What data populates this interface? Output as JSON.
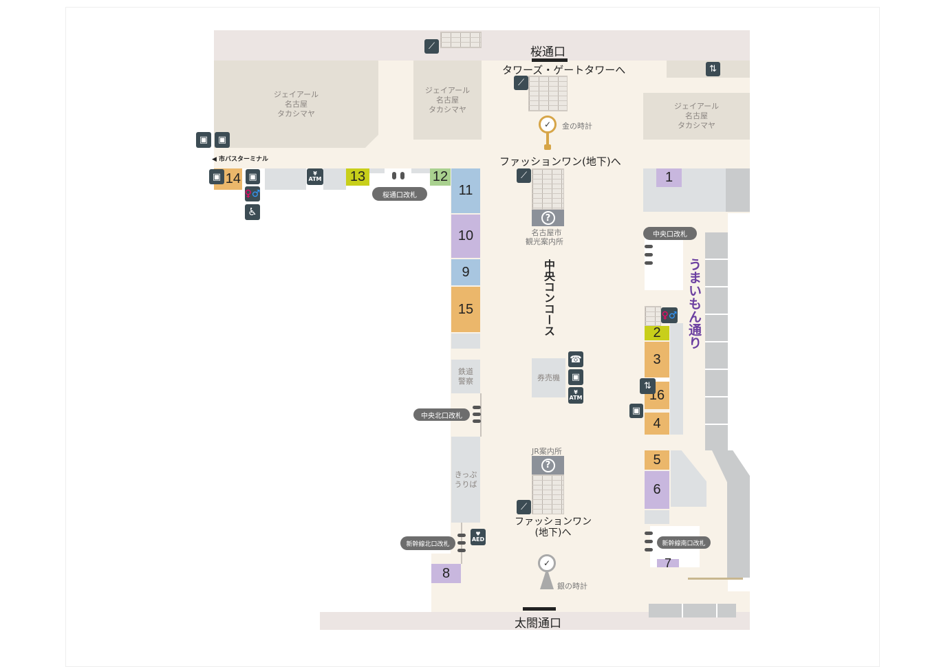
{
  "entrances": {
    "north": "桜通口",
    "south": "太閤通口"
  },
  "buildings": {
    "label": "ジェイアール\n名古屋\nタカシマヤ"
  },
  "directions": {
    "towers": "タワーズ・ゲートタワーへ",
    "fashion_one_north": "ファッションワン(地下)へ",
    "fashion_one_south_line1": "ファッションワン",
    "fashion_one_south_line2": "(地下)へ",
    "bus_terminal": "◀ 市バスターミナル"
  },
  "landmarks": {
    "gold_clock": "金の時計",
    "silver_clock": "銀の時計",
    "tourist_info_line1": "名古屋市",
    "tourist_info_line2": "観光案内所",
    "jr_info": "JR案内所",
    "ticket_machines": "券売機",
    "railway_police_line1": "鉄道",
    "railway_police_line2": "警察",
    "ticket_office_line1": "きっぷ",
    "ticket_office_line2": "うりば",
    "central_concourse": "中央コンコース",
    "umaimon_street": "うまいもん通り"
  },
  "gates": {
    "sakura": "桜通口改札",
    "central": "中央口改札",
    "central_north": "中央北口改札",
    "shinkansen_north": "新幹線北口改札",
    "shinkansen_south": "新幹線南口改札"
  },
  "shops": [
    "1",
    "2",
    "3",
    "4",
    "5",
    "6",
    "7",
    "8",
    "9",
    "10",
    "11",
    "12",
    "13",
    "14",
    "15",
    "16"
  ],
  "icons": {
    "info": "?",
    "atm": "ATM",
    "yen": "¥",
    "aed": "AED"
  },
  "colors": {
    "orange": "#ebb76b",
    "purple": "#c8b7de",
    "blue": "#a8c6e0",
    "yellow": "#c8cf1a",
    "green": "#a9d18f",
    "street": "#6b3fa0"
  }
}
